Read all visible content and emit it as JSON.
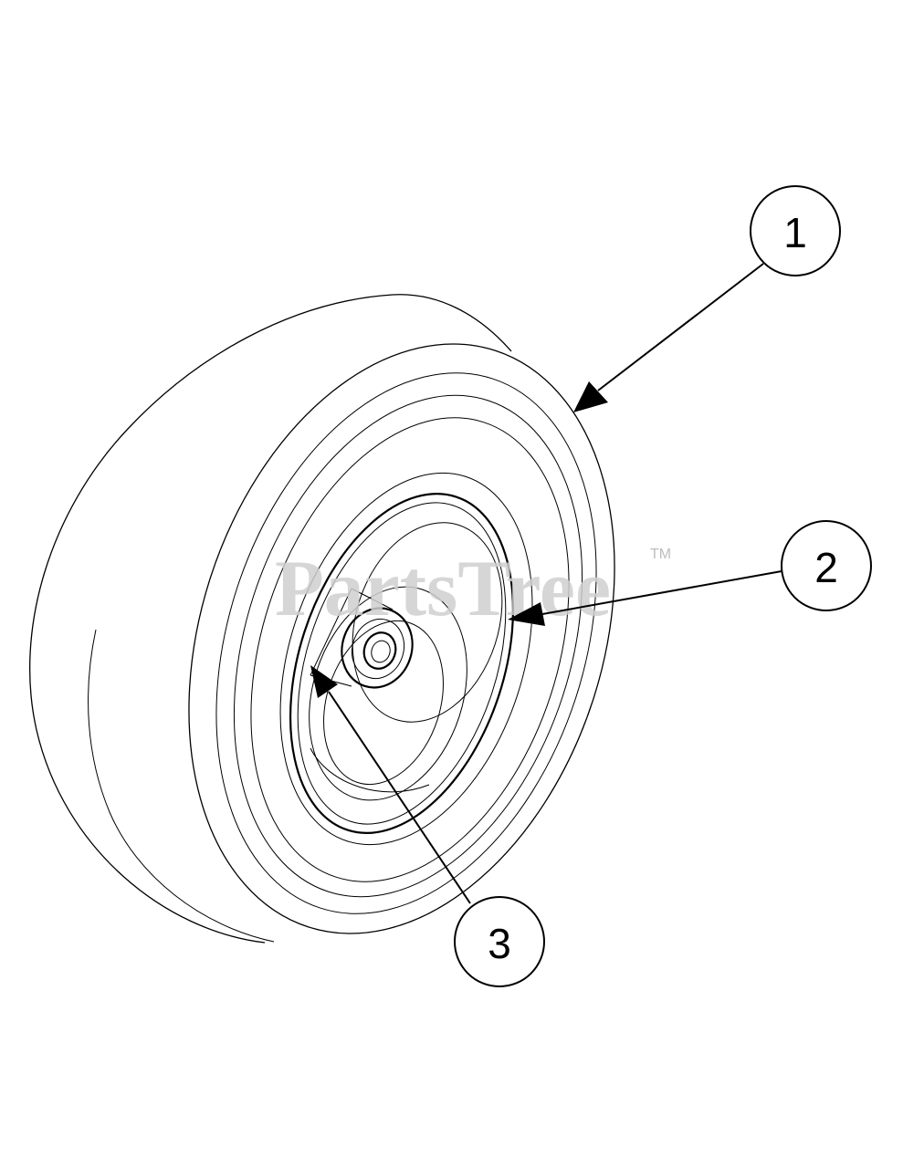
{
  "callouts": [
    {
      "label": "1",
      "part": "tire"
    },
    {
      "label": "2",
      "part": "wheel-rim"
    },
    {
      "label": "3",
      "part": "bearing"
    }
  ],
  "watermark": {
    "text": "PartsTree",
    "trademark": "TM"
  }
}
